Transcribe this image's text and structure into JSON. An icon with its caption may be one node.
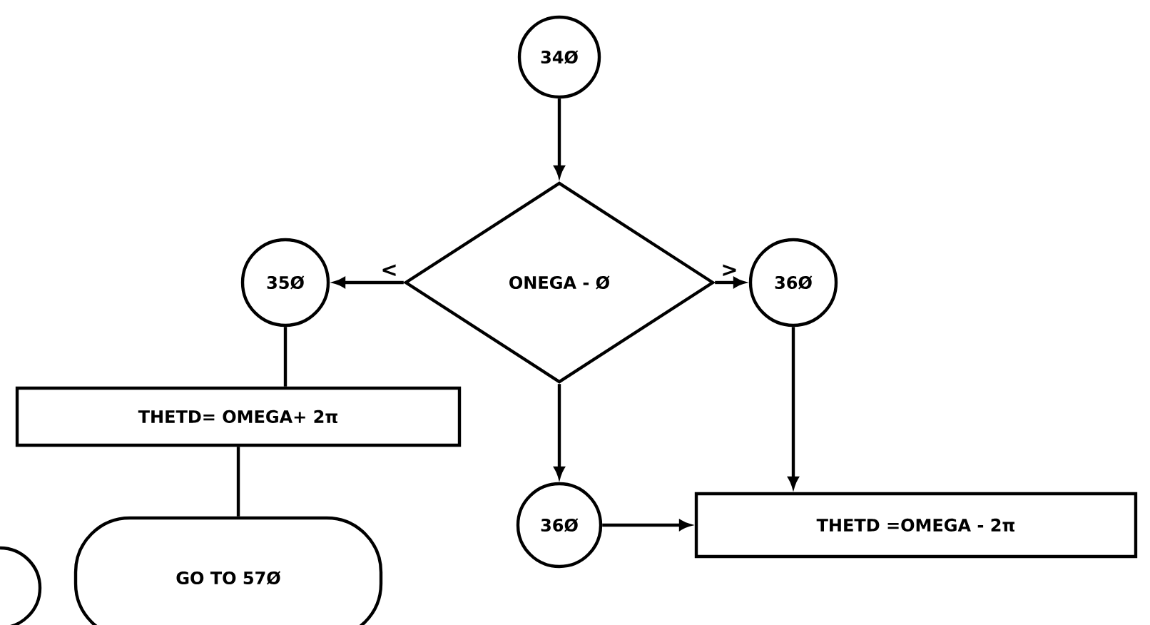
{
  "diagram": {
    "nodes": [
      {
        "text": [
          "34Ø"
        ]
      },
      {
        "text": [
          "ONEGA - Ø"
        ]
      },
      {
        "text": [
          "35Ø"
        ]
      },
      {
        "text": [
          "36Ø"
        ]
      },
      {
        "text": [
          "THETD= OMEGA+ 2π"
        ]
      },
      {
        "text": [
          "36Ø"
        ]
      },
      {
        "text": [
          "THETD =OMEGA - 2π"
        ]
      },
      {
        "text": [
          "GO TO 57Ø"
        ]
      },
      {
        "text": [],
        "shape": "circle"
      }
    ],
    "edges": [
      {
        "from": 0,
        "to": 1,
        "arrow": "to"
      },
      {
        "from": 1,
        "to": 2,
        "arrow": "to",
        "label": "<"
      },
      {
        "from": 1,
        "to": 3,
        "arrow": "to",
        "label": ">"
      },
      {
        "from": 2,
        "to": 4,
        "arrow": "none"
      },
      {
        "from": 1,
        "to": 5,
        "arrow": "to"
      },
      {
        "from": 4,
        "to": 7,
        "arrow": "none"
      },
      {
        "from": 5,
        "to": 6,
        "arrow": "to"
      },
      {
        "from": 3,
        "to": 6,
        "arrow": "to"
      }
    ]
  }
}
